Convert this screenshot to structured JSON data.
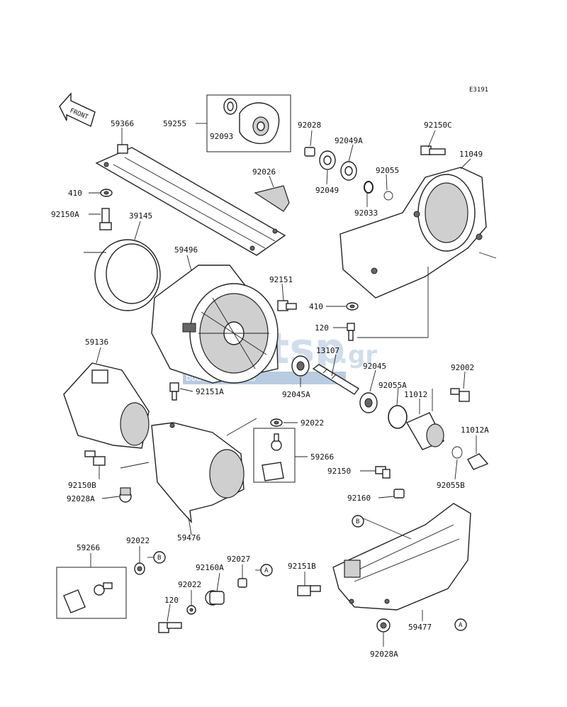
{
  "diagram": {
    "code": "E3191",
    "front": "FRONT",
    "callouts": [
      "A",
      "B"
    ],
    "watermark": {
      "brand": "boatsp",
      "suffix": ".gr",
      "tagline": "boat spare parts"
    },
    "labels": {
      "p59366": "59366",
      "p59255": "59255",
      "p92093": "92093",
      "p92028": "92028",
      "p92049A": "92049A",
      "p92150C": "92150C",
      "p11049": "11049",
      "p92026": "92026",
      "p92055": "92055",
      "p92049": "92049",
      "p92033": "92033",
      "p410a": "410",
      "p92150A": "92150A",
      "p39145": "39145",
      "p59496": "59496",
      "p92151": "92151",
      "p410b": "410",
      "p120a": "120",
      "p13107": "13107",
      "p59136": "59136",
      "p92045": "92045",
      "p92002": "92002",
      "p92055A": "92055A",
      "p11012": "11012",
      "p92151A": "92151A",
      "p92045A": "92045A",
      "p92022a": "92022",
      "p11012A": "11012A",
      "p59266a": "59266",
      "p92150": "92150",
      "p92055B": "92055B",
      "p92150B": "92150B",
      "p92028A": "92028A",
      "p92160": "92160",
      "p59476": "59476",
      "p59266b": "59266",
      "p92022b": "92022",
      "p92027": "92027",
      "p92151B": "92151B",
      "p92160A": "92160A",
      "p92022c": "92022",
      "p120b": "120",
      "p59477": "59477",
      "p92028A2": "92028A"
    }
  }
}
